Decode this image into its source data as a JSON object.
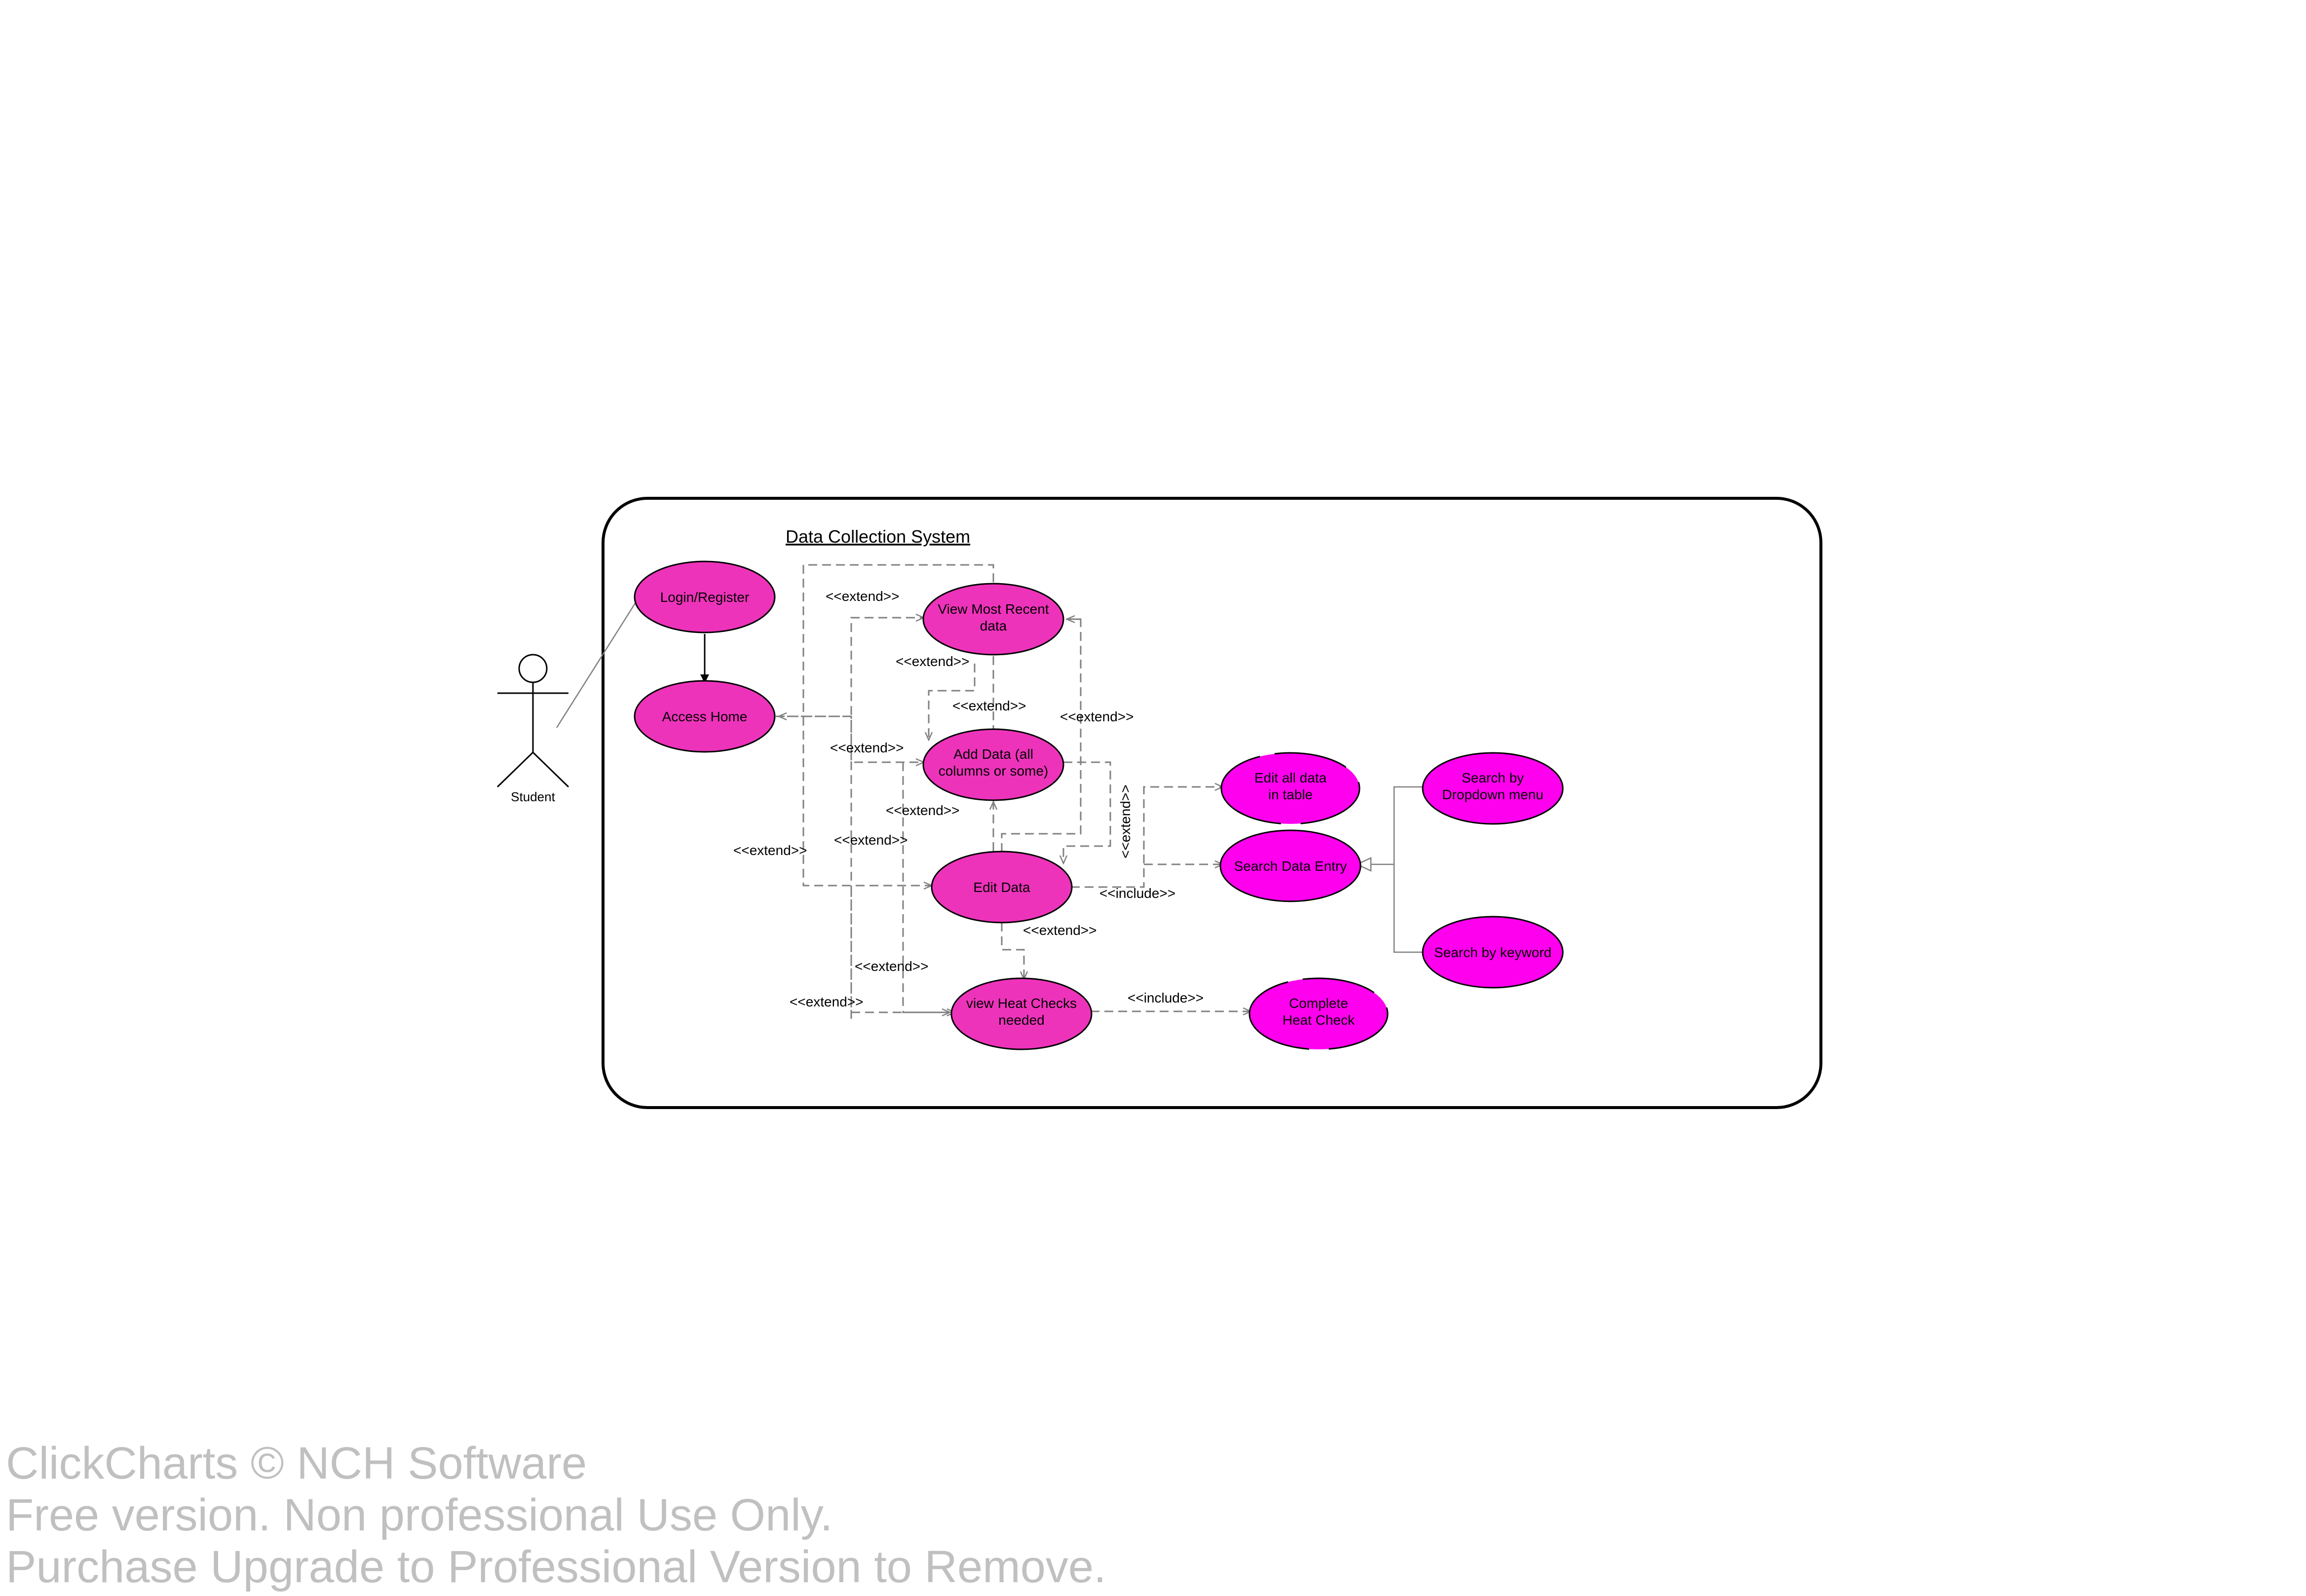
{
  "system": {
    "title": "Data Collection System"
  },
  "actor": {
    "name": "Student"
  },
  "use_cases": {
    "login": "Login/Register",
    "access_home": "Access Home",
    "view_recent": [
      "View Most Recent",
      "data"
    ],
    "add_data": [
      "Add Data (all",
      "columns or some)"
    ],
    "edit_data": "Edit Data",
    "heat_checks": [
      "view Heat Checks",
      "needed"
    ],
    "edit_all": [
      "Edit all data",
      "in table"
    ],
    "search_entry": "Search Data Entry",
    "search_dropdown": [
      "Search by",
      "Dropdown menu"
    ],
    "search_keyword": "Search by keyword",
    "complete_heat": [
      "Complete",
      "Heat Check"
    ]
  },
  "relations": {
    "extend": "<<extend>>",
    "include": "<<include>>"
  },
  "colors": {
    "use_case_fill": "#ee33bb",
    "included_fill": "#ff00ee",
    "border": "#000000",
    "dashed_line": "#808080",
    "watermark": "#c0c0c0"
  },
  "watermark": {
    "line1": "ClickCharts © NCH Software",
    "line2": "Free version. Non professional Use Only.",
    "line3": "Purchase Upgrade to Professional Version to Remove."
  }
}
